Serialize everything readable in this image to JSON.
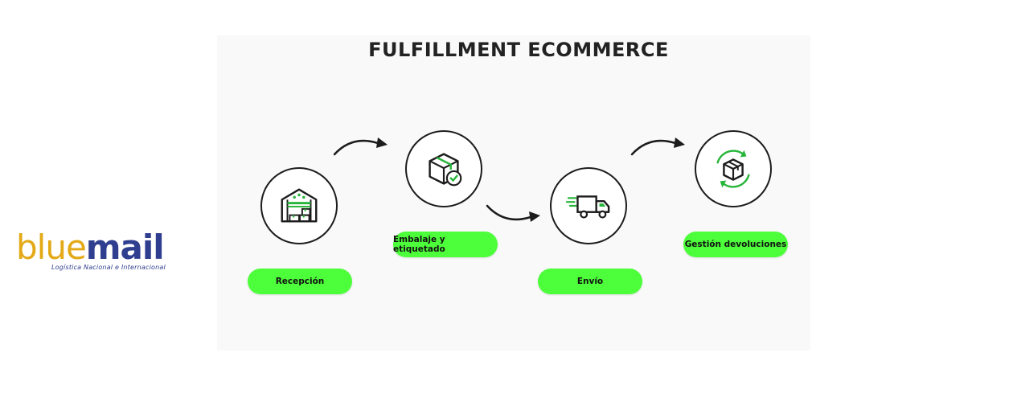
{
  "title": "FULFILLMENT ECOMMERCE",
  "steps": [
    {
      "label": "Recepción",
      "icon": "warehouse-icon"
    },
    {
      "label": "Embalaje y etiquetado",
      "icon": "box-check-icon"
    },
    {
      "label": "Envío",
      "icon": "delivery-truck-icon"
    },
    {
      "label": "Gestión devoluciones",
      "icon": "box-return-icon"
    }
  ],
  "brand": {
    "name_part1": "blue",
    "name_part2": "mail",
    "tagline": "Logística Nacional e Internacional"
  },
  "colors": {
    "accent": "#4dff3b",
    "outline": "#1c1c1c",
    "icon_green": "#27b53a",
    "brand_blue": "#2f3e8f",
    "brand_gold": "#e3a917"
  }
}
